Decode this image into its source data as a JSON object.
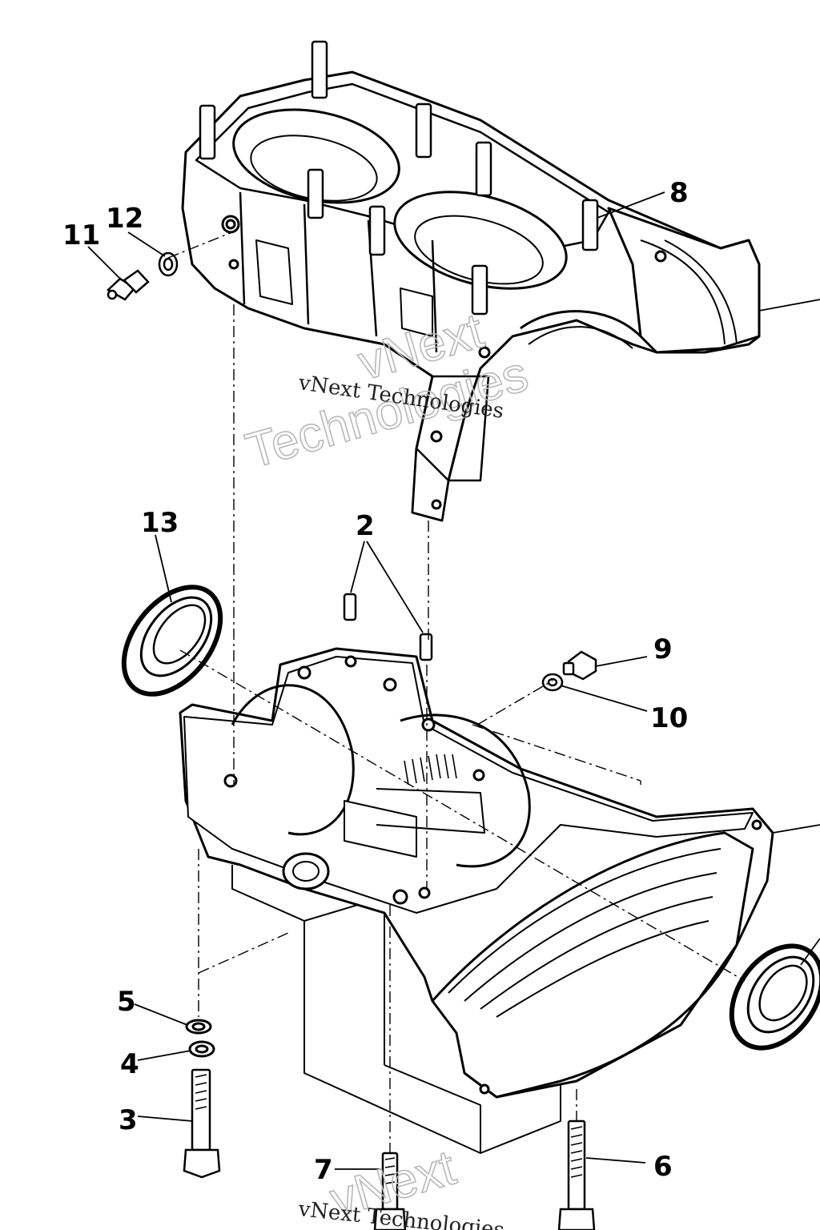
{
  "diagram": {
    "part_numbers": {
      "p2": "2",
      "p3": "3",
      "p4": "4",
      "p5": "5",
      "p6": "6",
      "p7": "7",
      "p8": "8",
      "p9": "9",
      "p10": "10",
      "p11": "11",
      "p12": "12",
      "p13": "13"
    },
    "watermark": {
      "brand_text": "vNext Technologies",
      "outline_word_1": "vNext",
      "outline_word_2": "Technologies"
    }
  }
}
